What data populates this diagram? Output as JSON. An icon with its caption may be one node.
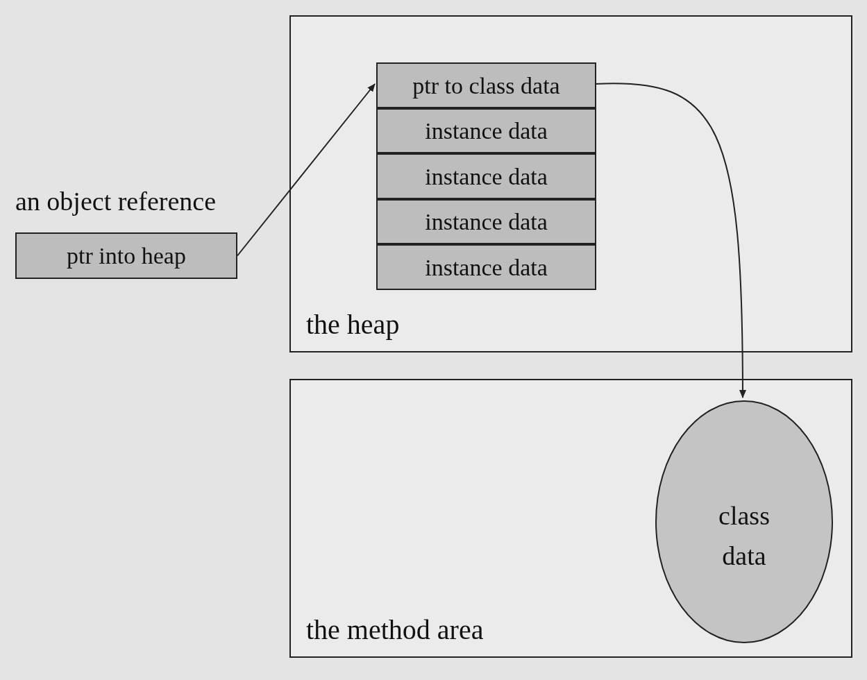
{
  "diagram": {
    "nodes": [
      {
        "text": [
          "an object reference",
          "ptr into heap"
        ]
      },
      {
        "text": [
          "the heap"
        ]
      },
      {
        "text": [
          "ptr to class data"
        ],
        "in": 1
      },
      {
        "text": [
          "instance data"
        ],
        "in": 1
      },
      {
        "text": [
          "instance data"
        ],
        "in": 1
      },
      {
        "text": [
          "instance data"
        ],
        "in": 1
      },
      {
        "text": [
          "instance data"
        ],
        "in": 1
      },
      {
        "text": [
          "the method area"
        ]
      },
      {
        "text": [
          "class data"
        ],
        "in": 7
      }
    ],
    "edges": [
      {
        "from": 0,
        "to": 2,
        "arrow": "to"
      },
      {
        "from": 2,
        "to": 8,
        "arrow": "to"
      }
    ]
  }
}
